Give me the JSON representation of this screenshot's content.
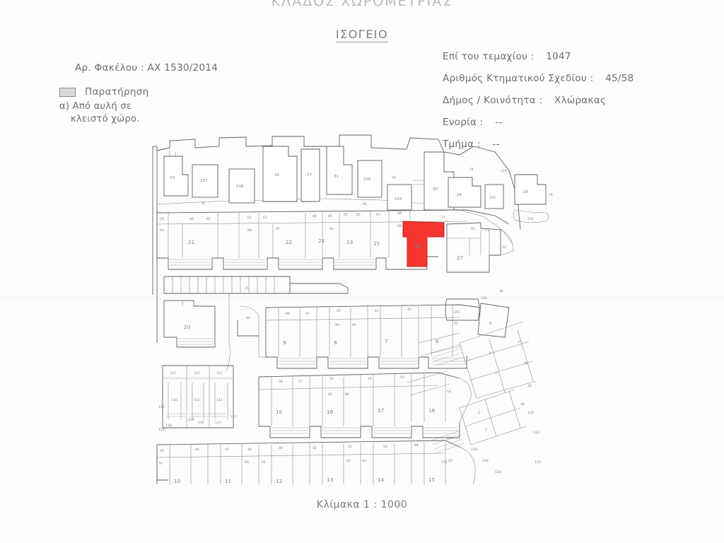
{
  "document": {
    "header_title": "ΚΛΑΔΟΣ ΧΩΡΟΜΕΤΡΙΑΣ",
    "subtitle": "ΙΣΟΓΕΙΟ",
    "scale_caption": "Κλίμακα  1 : 1000"
  },
  "meta_left": {
    "file_label": "Αρ. Φακέλου  :  ΑΧ  1530/2014",
    "note_heading": "Παρατήρηση",
    "note_line1": "α) Από αυλή σε",
    "note_line2": "κλειστό χώρο."
  },
  "meta_right": {
    "rows": [
      {
        "label": "Επί του τεμαχίου  :",
        "value": "1047"
      },
      {
        "label": "Αριθμός Κτηματικού Σχεδίου  :",
        "value": "45/58"
      },
      {
        "label": "Δήμος / Κοινότητα  :",
        "value": "Χλώρακας"
      },
      {
        "label": "Ενορία  :",
        "value": "--"
      },
      {
        "label": "Τμήμα  :",
        "value": "--"
      }
    ]
  },
  "plan": {
    "highlight": {
      "unit": "26",
      "color": "#f5352f",
      "meaning": "Από αυλή σε κλειστό χώρο"
    },
    "unit_labels": {
      "top_row": [
        "33",
        "107",
        "76",
        "106",
        "32",
        "77",
        "31",
        "105",
        "78",
        "79",
        "104",
        "30",
        "74",
        "129",
        "29",
        "103",
        "28",
        "75",
        "102"
      ],
      "second_row": [
        "59",
        "99",
        "60",
        "61",
        "21",
        "62",
        "63",
        "22",
        "98",
        "97",
        "23",
        "64",
        "96",
        "95",
        "24",
        "65",
        "66",
        "67",
        "25",
        "68",
        "69",
        "26",
        "71",
        "27",
        "93",
        "73"
      ],
      "mid_row": [
        "20",
        "44",
        "9",
        "89",
        "43",
        "8",
        "42",
        "90",
        "91",
        "7",
        "41",
        "40",
        "6",
        "92"
      ],
      "right_cluster": [
        "101",
        "100",
        "5",
        "4",
        "3",
        "37",
        "38",
        "36",
        "35",
        "34",
        "2",
        "1",
        "116",
        "113",
        "123",
        "124",
        "109",
        "108",
        "114",
        "115"
      ],
      "third_row": [
        "19",
        "58",
        "57",
        "18",
        "56",
        "87",
        "86",
        "17",
        "55",
        "65",
        "16",
        "54"
      ],
      "bottom_row": [
        "45",
        "79",
        "10",
        "46",
        "47",
        "11",
        "48",
        "80",
        "81",
        "12",
        "49",
        "50",
        "13",
        "82",
        "83",
        "51",
        "14",
        "52",
        "84",
        "15",
        "53"
      ],
      "lower_left_block": [
        "120",
        "121",
        "122",
        "110",
        "111",
        "112",
        "125",
        "126",
        "118",
        "119",
        "116",
        "117",
        "127"
      ]
    }
  }
}
